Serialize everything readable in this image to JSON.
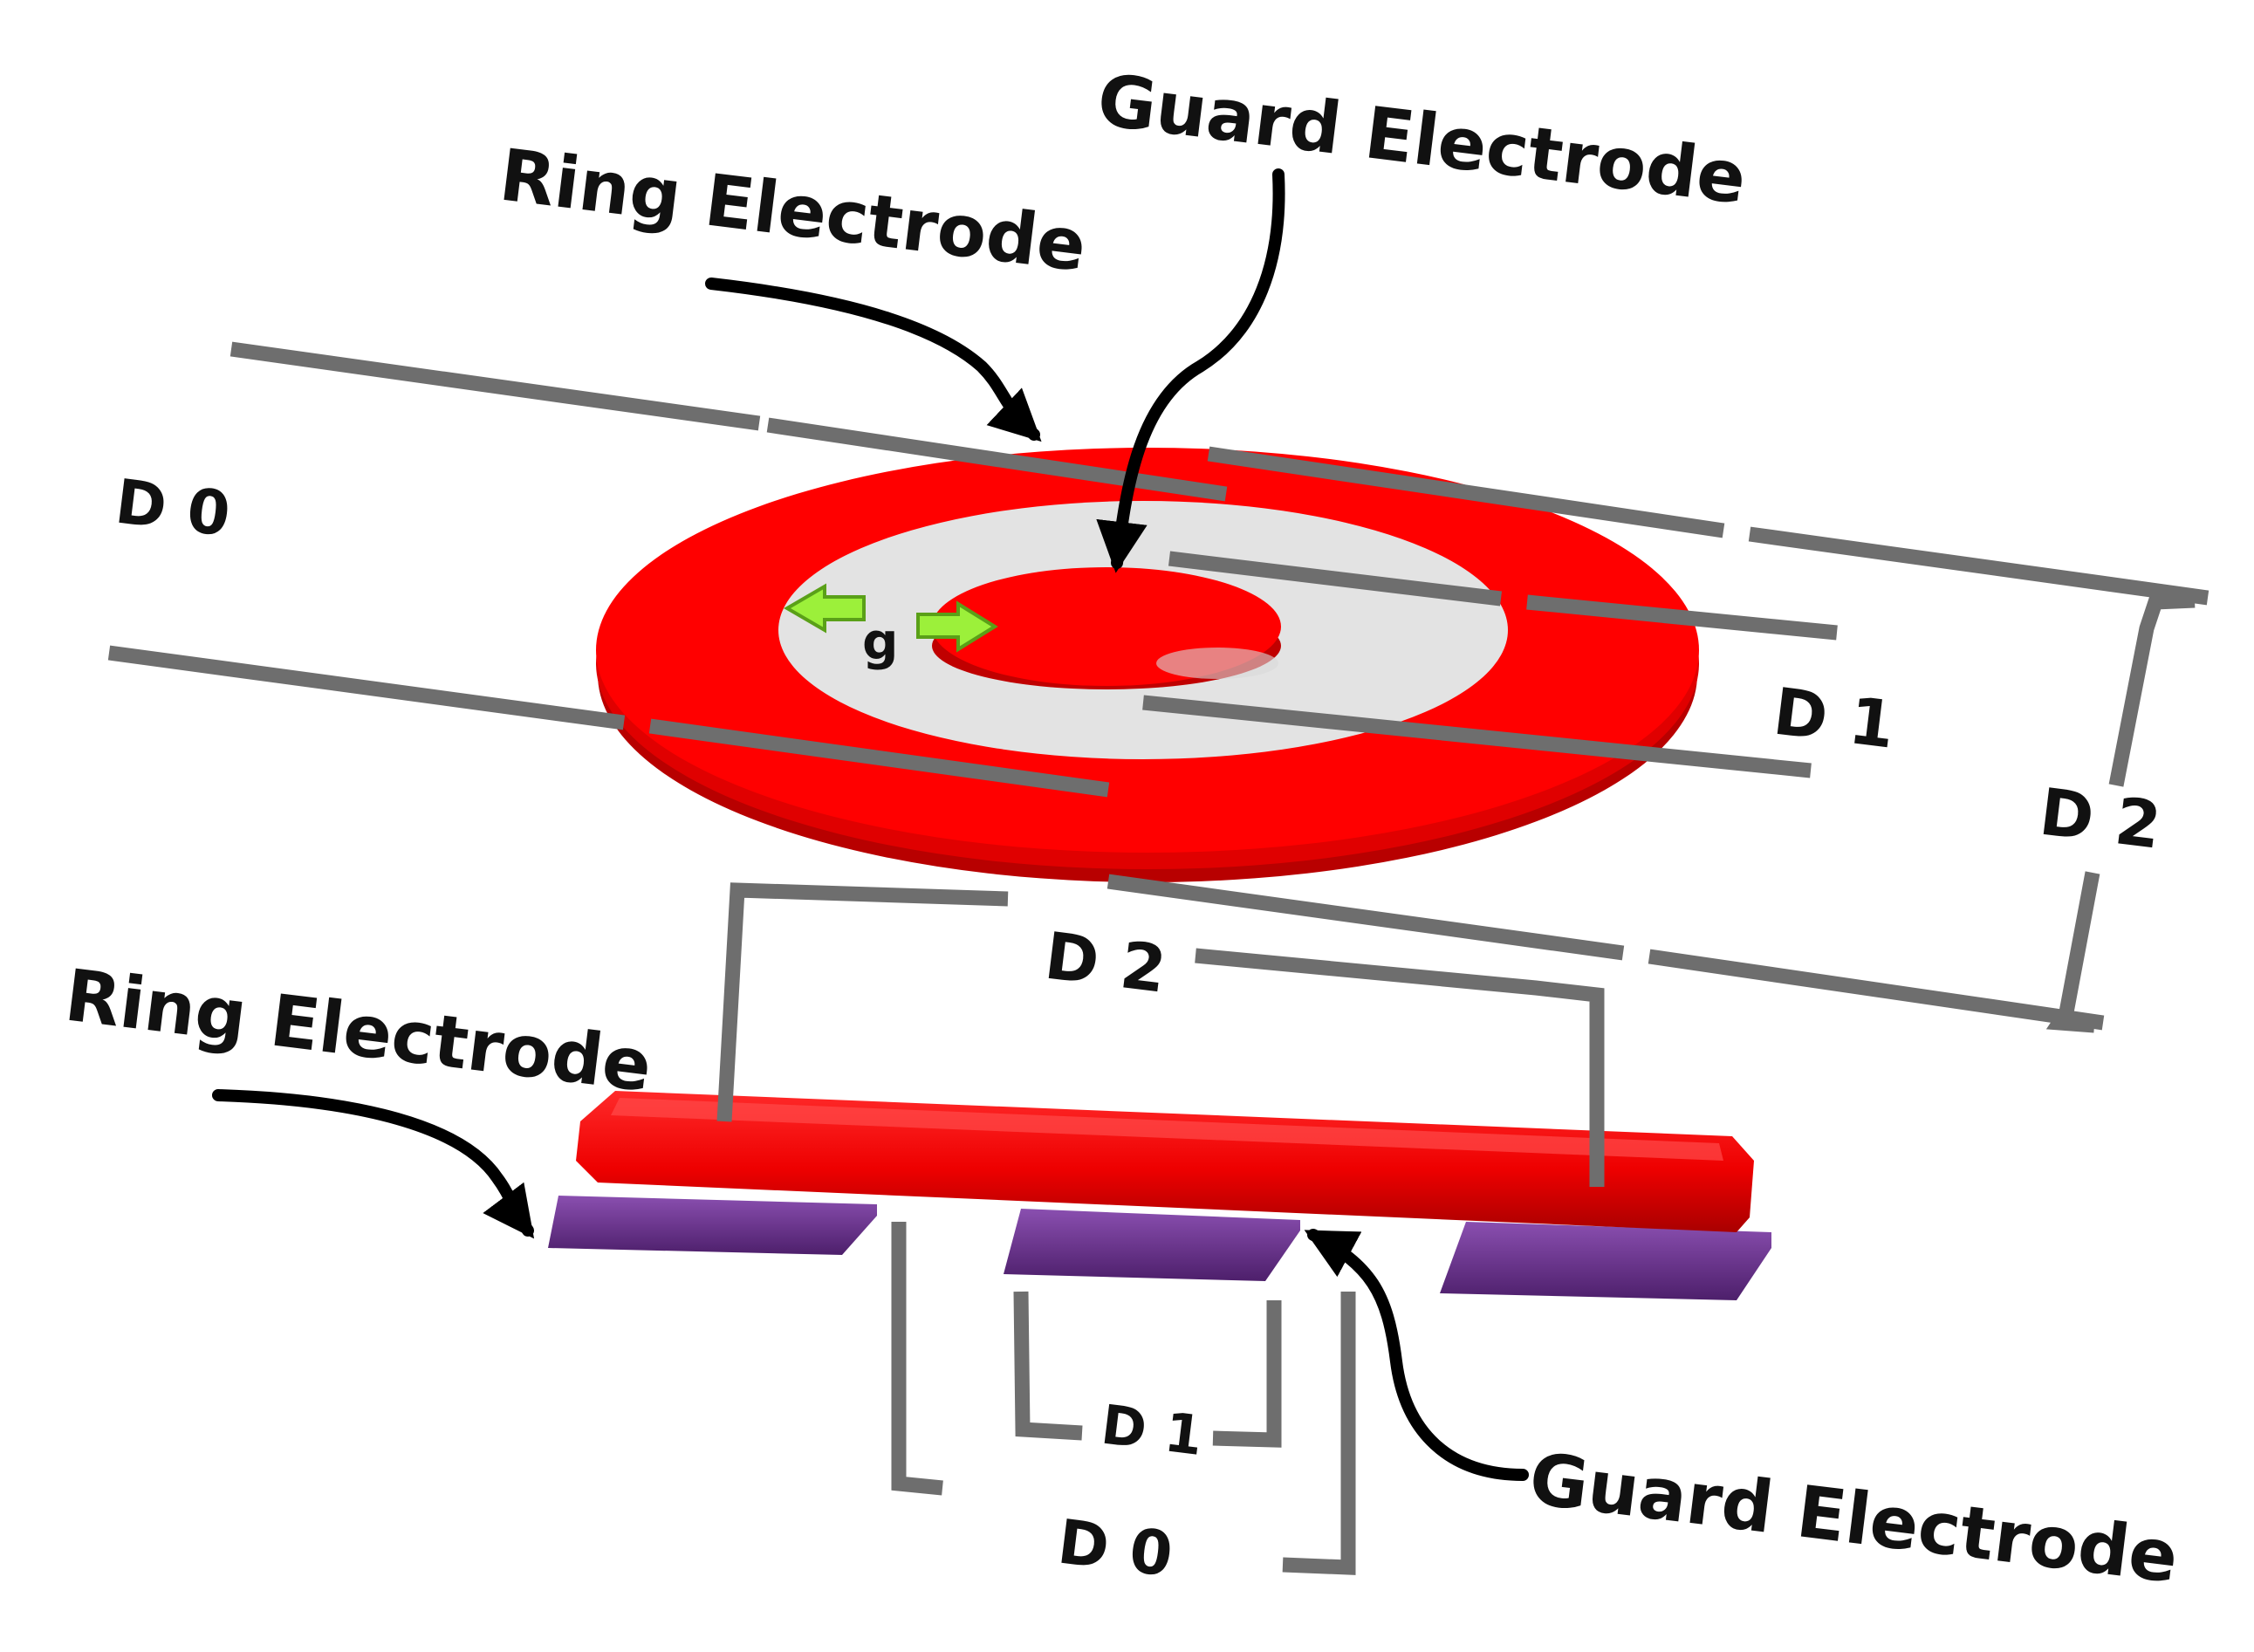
{
  "labels": {
    "ring_top": "Ring Electrode",
    "guard_top": "Guard Electrode",
    "ring_bottom": "Ring Electrode",
    "guard_bottom": "Guard Electrode",
    "gap": "g",
    "d0_top": "D 0",
    "d1_top": "D 1",
    "d2_right": "D 2",
    "d2_mid": "D 2",
    "d1_bottom": "D 1",
    "d0_bottom": "D 0"
  },
  "colors": {
    "electrode_red": "#ff0000",
    "electrode_red_dark": "#c80000",
    "substrate_gray": "#e3e3e3",
    "dimension_gray": "#6e6e6e",
    "base_purple": "#6a2f8f",
    "gap_arrow_green": "#9cf03a",
    "pointer_black": "#000000"
  }
}
